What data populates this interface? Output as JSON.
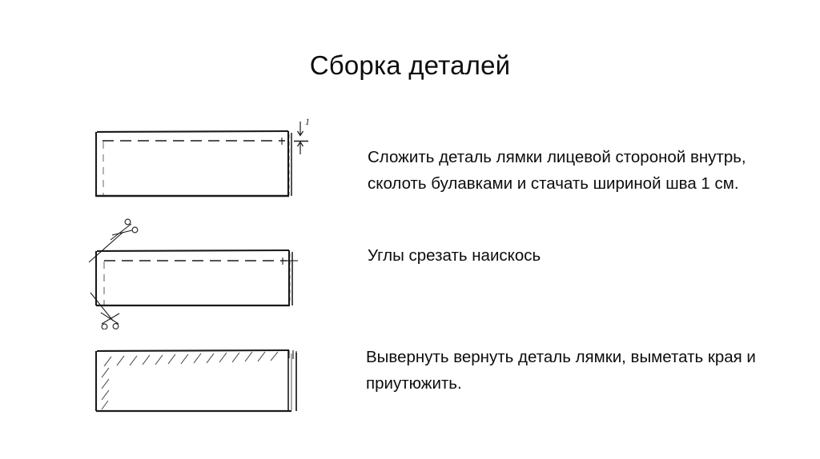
{
  "slide": {
    "title": "Сборка деталей",
    "background_color": "#ffffff",
    "text_color": "#0d0d0d"
  },
  "paragraphs": [
    {
      "id": "paragraph-1",
      "text": "Сложить деталь лямки лицевой стороной внутрь, сколоть булавками и стачать шириной шва 1 см."
    },
    {
      "id": "paragraph-2",
      "text": "Углы срезать наискось"
    },
    {
      "id": "paragraph-3",
      "text": " Вывернуть вернуть деталь лямки, выметать края и приутюжить."
    }
  ],
  "figures": [
    {
      "id": "figure-1",
      "name": "strap-folded-with-seamline",
      "dimension_label": "1",
      "elements": [
        "rectangle-outline",
        "dashed-stitch-line",
        "folded-edge-double-line",
        "dimension-arrow"
      ]
    },
    {
      "id": "figure-2",
      "name": "strap-with-corner-trim-scissors",
      "elements": [
        "rectangle-outline",
        "dashed-stitch-line",
        "folded-edge-double-line",
        "scissors-top",
        "scissors-bottom",
        "cut-line-top",
        "cut-line-bottom"
      ]
    },
    {
      "id": "figure-3",
      "name": "strap-turned-and-pressed",
      "elements": [
        "rectangle-outline",
        "hatching-marks",
        "end-fold-detail"
      ]
    }
  ]
}
